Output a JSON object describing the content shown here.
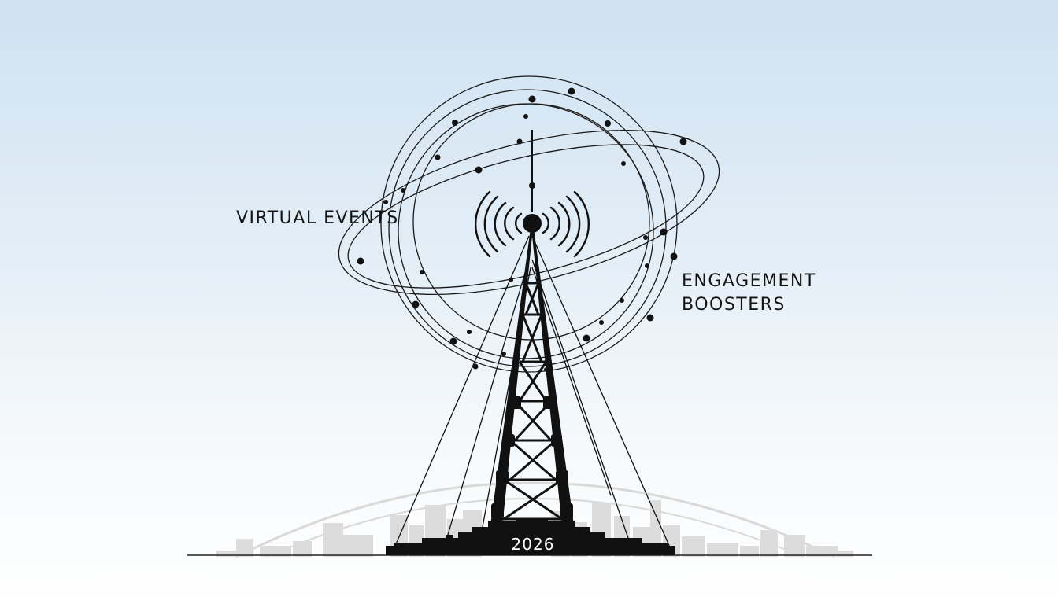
{
  "labels": {
    "left": "VIRTUAL EVENTS",
    "right_line1": "ENGAGEMENT",
    "right_line2": "BOOSTERS",
    "year": "2026"
  },
  "icons": {
    "tower": "radio-tower-icon",
    "signal": "broadcast-waves-icon",
    "orbits": "orbit-rings-icon",
    "skyline": "city-skyline-icon"
  },
  "colors": {
    "sky_top": "#cfe2f2",
    "sky_bottom": "#ffffff",
    "ink": "#111111",
    "skyline": "#d6d6d6"
  }
}
